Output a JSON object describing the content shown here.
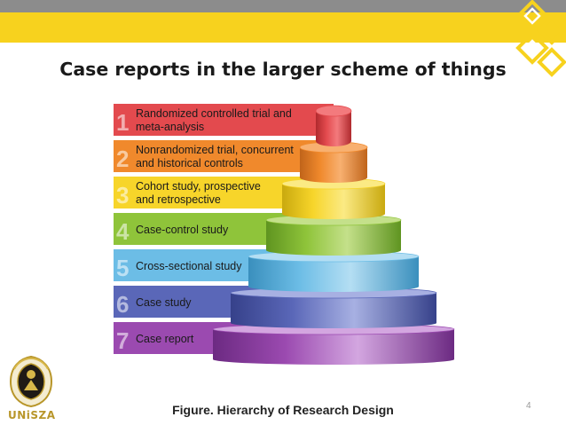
{
  "slide": {
    "title": "Case reports in the larger scheme of things",
    "caption": "Figure. Hierarchy of Research Design",
    "page_number": "4",
    "logo_text": "UNiSZA"
  },
  "colors": {
    "top_bar_grey": "#8c8c8c",
    "top_bar_yellow": "#f7d21e"
  },
  "levels": [
    {
      "num": "1",
      "line1": "Randomized controlled trial and",
      "line2": "meta-analysis",
      "color": "#e34a4e",
      "light": "#f37a7d",
      "dark": "#b02a2e"
    },
    {
      "num": "2",
      "line1": "Nonrandomized trial, concurrent",
      "line2": "and historical controls",
      "color": "#f0892c",
      "light": "#f8b070",
      "dark": "#c0641a"
    },
    {
      "num": "3",
      "line1": "Cohort study, prospective",
      "line2": "and retrospective",
      "color": "#f7d52a",
      "light": "#fbea84",
      "dark": "#c9a90f"
    },
    {
      "num": "4",
      "line1": "Case-control study",
      "line2": "",
      "color": "#8fc43a",
      "light": "#c4e08a",
      "dark": "#5f9420"
    },
    {
      "num": "5",
      "line1": "Cross-sectional study",
      "line2": "",
      "color": "#6cbde6",
      "light": "#b4def3",
      "dark": "#3a8fbd"
    },
    {
      "num": "6",
      "line1": "Case study",
      "line2": "",
      "color": "#5a67b8",
      "light": "#a7b0e2",
      "dark": "#36418a"
    },
    {
      "num": "7",
      "line1": "Case report",
      "line2": "",
      "color": "#9b4ab0",
      "light": "#d3a6e0",
      "dark": "#6c2a82"
    }
  ]
}
